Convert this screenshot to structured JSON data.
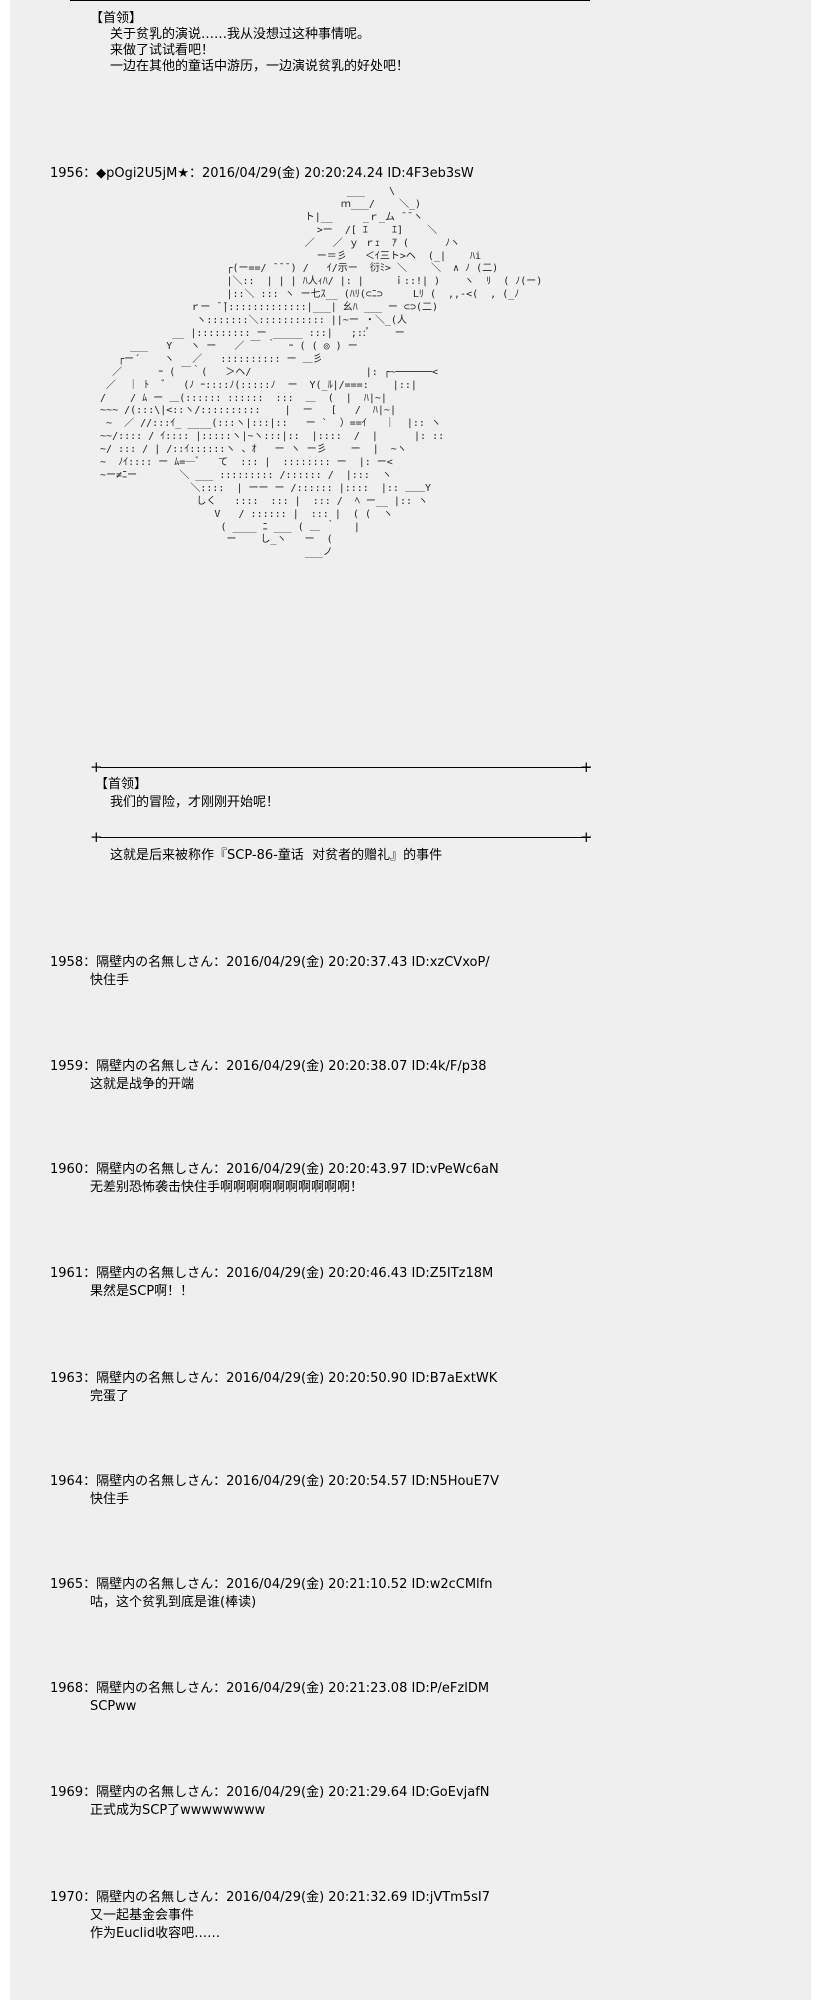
{
  "top_box": {
    "title": "【首领】",
    "lines": [
      "关于贫乳的演说……我从没想过这种事情呢。",
      "来做了试试看吧！",
      "一边在其他的童话中游历，一边演说贫乳的好处吧！"
    ]
  },
  "post_1956": {
    "header": "1956：◆pOgi2U5jM★：2016/04/29(金) 20:20:24.24 ID:4F3eb3sW",
    "ascii_art": "                                           ___    \\\n                                          ｍ___/    ＼_)\n                                    ト|__     _ｒ_ム ̄ ̄ ヽ\n                                      >ー  /[ ｴ    ｴ]    ＼\n                                    ／   ／ ｙ ｒｪ  ｱ (      ﾉヽ\n                                      ー＝彡   ＜ｲ三ト>ヘ  (_|    ﾊi\n                       ┌(ー==/ ̄ ̄ ̄ ) /   ｲ/示ー  衍ﾐ> ＼    ＼  ∧ ﾉ (二)\n                       |＼::  | | | ﾊ人ｨﾊ/ |: |     ｉ::!| )    ヽ  ﾘ  ( ﾉ(ー)\n                       |::＼ ::: ヽ ー七ｽ__ (ﾊﾘ(⊂ﾆ⊃     Lﾘ (  ,,-<(  , (_ﾉ\n                 ｒー ̄ ̄|:::::::::::::|___| 幺ﾊ ___ ー ⊂⊃(二)\n                  ヽ:::::::＼::::::::::: ||~ー ・＼_(人\n              __ |::::::::: ー _____ :::|   ;::ﾟ    ー\n       ___   Y   ヽ ー   ／ ￣ ｀  ｰ ( ( ◎ ) ー\n     ┌ー´    ヽ   ／   :::::::::: ー ＿彡\n    ／      ｰ ( ￣｀(   ＞ヘ/                   |: ┌~──────<\n   ／  ｜ ﾄ  ゛  (ﾉ ｰ::::ﾉ(:::::ﾉ  ー  Y(_ﾙ|/===:    |::|\n  /    / ﾑ ー ＿(:::::: ::::::  :::  ＿  (  |  ﾊ|~|\n  ~~~ /(:::\\|<::ヽ/::::::::::    |  ー   [   /  ﾊ|~|\n   ~  ／ //:::ｲ_ ____(:::ヽ|:::|::   ー `  ）==ｲ   ｜  |:: ヽ\n  ~~/:::: / ｲ:::: |:::::ヽ|~ヽ:::|::  |::::  /  |      |: ::\n  ~/ ::: / | /::ｲ::::::ヽ 、ｵ   ー ヽ ー彡    ー  |  ~ヽ\n  ~  ﾉｲ:::: ー ﾑ=─ﾞ   て  ::: |  :::::::: ー  |: ー<\n  ~ー≠ﾆー       ＼ ___ ::::::::: /:::::: /  |:::  ヽ\n                 ＼::::  | ーー ー /:::::: |::::  |:: ＿＿Y\n                  しく   ::::  ::: |  ::: /  ﾍ ー__ |:: ヽ\n                     V   / :::::: |  ::: |  ( (  ヽ\n                      ( ____ ﾆ ___ ( ＿ ｀   |\n                       ー    し_ヽ   ー  (\n                                    ___ノ",
    "box_title": "【首领】",
    "box_line": "我们的冒险，才刚刚开始呢！",
    "narration": "这就是后来被称作『SCP-86-童话  对贫者的赠礼』的事件"
  },
  "posts": [
    {
      "header": "1958：隔壁内の名無しさん：2016/04/29(金) 20:20:37.43 ID:xzCVxoP/",
      "lines": [
        "快住手"
      ]
    },
    {
      "header": "1959：隔壁内の名無しさん：2016/04/29(金) 20:20:38.07 ID:4k/F/p38",
      "lines": [
        "这就是战争的开端"
      ]
    },
    {
      "header": "1960：隔壁内の名無しさん：2016/04/29(金) 20:20:43.97 ID:vPeWc6aN",
      "lines": [
        "无差别恐怖袭击快住手啊啊啊啊啊啊啊啊啊啊！"
      ]
    },
    {
      "header": "1961：隔壁内の名無しさん：2016/04/29(金) 20:20:46.43 ID:Z5ITz18M",
      "lines": [
        "果然是SCP啊！！"
      ]
    },
    {
      "header": "1963：隔壁内の名無しさん：2016/04/29(金) 20:20:50.90 ID:B7aExtWK",
      "lines": [
        "完蛋了"
      ]
    },
    {
      "header": "1964：隔壁内の名無しさん：2016/04/29(金) 20:20:54.57 ID:N5HouE7V",
      "lines": [
        "快住手"
      ]
    },
    {
      "header": "1965：隔壁内の名無しさん：2016/04/29(金) 20:21:10.52 ID:w2cCMlfn",
      "lines": [
        "咕，这个贫乳到底是谁(棒读)"
      ]
    },
    {
      "header": "1968：隔壁内の名無しさん：2016/04/29(金) 20:21:23.08 ID:P/eFzlDM",
      "lines": [
        "SCPww"
      ]
    },
    {
      "header": "1969：隔壁内の名無しさん：2016/04/29(金) 20:21:29.64 ID:GoEvjafN",
      "lines": [
        "正式成为SCP了wwwwwwww"
      ]
    },
    {
      "header": "1970：隔壁内の名無しさん：2016/04/29(金) 20:21:32.69 ID:jVTm5sI7",
      "lines": [
        "又一起基金会事件",
        "作为Euclid收容吧……"
      ]
    }
  ]
}
